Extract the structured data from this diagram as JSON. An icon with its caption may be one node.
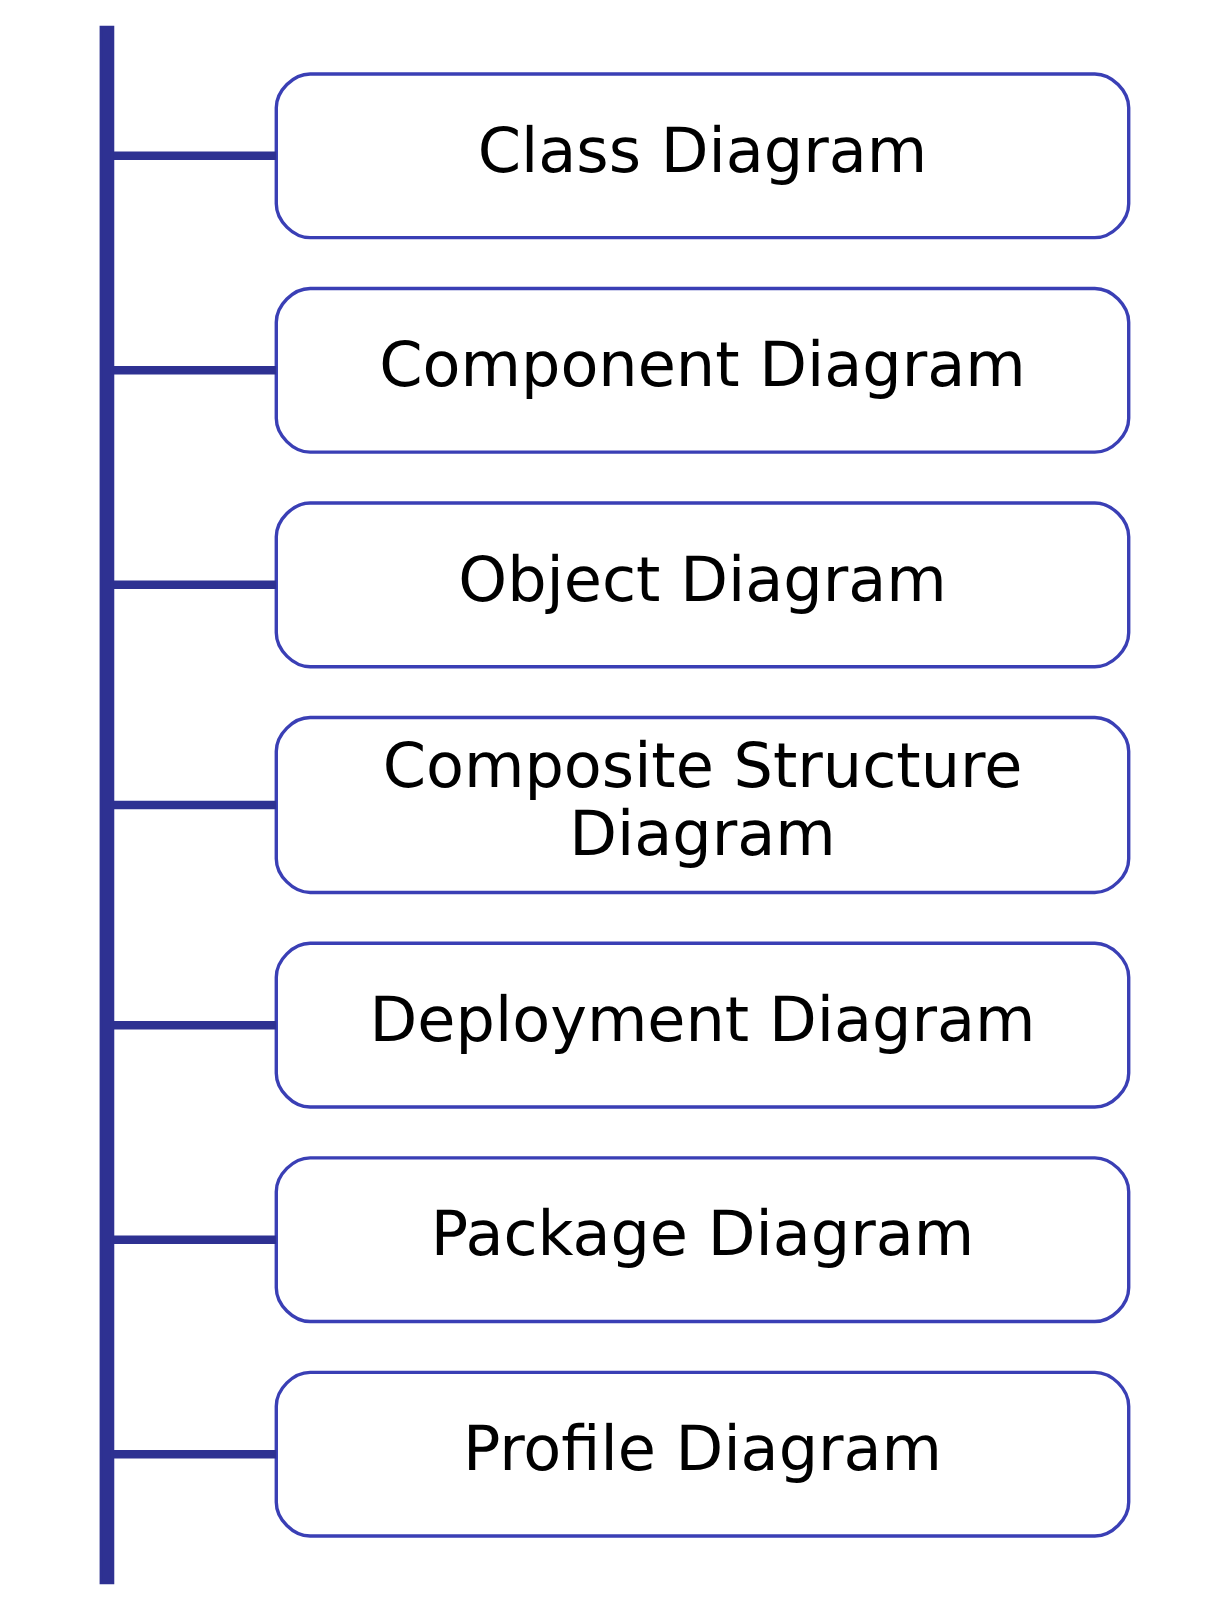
{
  "diagram": {
    "nodes": [
      {
        "text": [],
        "shape": "bar"
      },
      {
        "text": [
          "Class Diagram"
        ]
      },
      {
        "text": [
          "Component Diagram"
        ]
      },
      {
        "text": [
          "Object Diagram"
        ]
      },
      {
        "text": [
          "Composite Structure Diagram"
        ]
      },
      {
        "text": [
          "Deployment Diagram"
        ]
      },
      {
        "text": [
          "Package Diagram"
        ]
      },
      {
        "text": [
          "Profile Diagram"
        ]
      }
    ],
    "edges": [
      {
        "from": 0,
        "to": 1,
        "arrow": "none"
      },
      {
        "from": 0,
        "to": 2,
        "arrow": "none"
      },
      {
        "from": 0,
        "to": 3,
        "arrow": "none"
      },
      {
        "from": 0,
        "to": 4,
        "arrow": "none"
      },
      {
        "from": 0,
        "to": 5,
        "arrow": "none"
      },
      {
        "from": 0,
        "to": 6,
        "arrow": "none"
      },
      {
        "from": 0,
        "to": 7,
        "arrow": "none"
      }
    ]
  }
}
